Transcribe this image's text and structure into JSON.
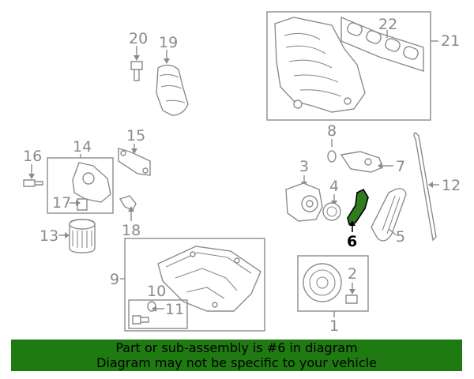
{
  "callouts": {
    "c1": "1",
    "c2": "2",
    "c3": "3",
    "c5": "5",
    "c6": "6",
    "c7": "7",
    "c8": "8",
    "c9": "9",
    "c10": "10",
    "c11": "11",
    "c12": "12",
    "c13": "13",
    "c14": "14",
    "c15": "15",
    "c16": "16",
    "c17": "17",
    "c18": "18",
    "c19": "19",
    "c20": "20",
    "c21": "21",
    "c22": "22",
    "c4": "4"
  },
  "highlighted_part": "6",
  "banner": {
    "line1": "Part or sub-assembly is #6 in diagram",
    "line2": "Diagram may not be specific to your vehicle"
  },
  "colors": {
    "highlight": "#2e7d1e",
    "banner": "#1f7a12",
    "line": "#8c8c8c"
  }
}
